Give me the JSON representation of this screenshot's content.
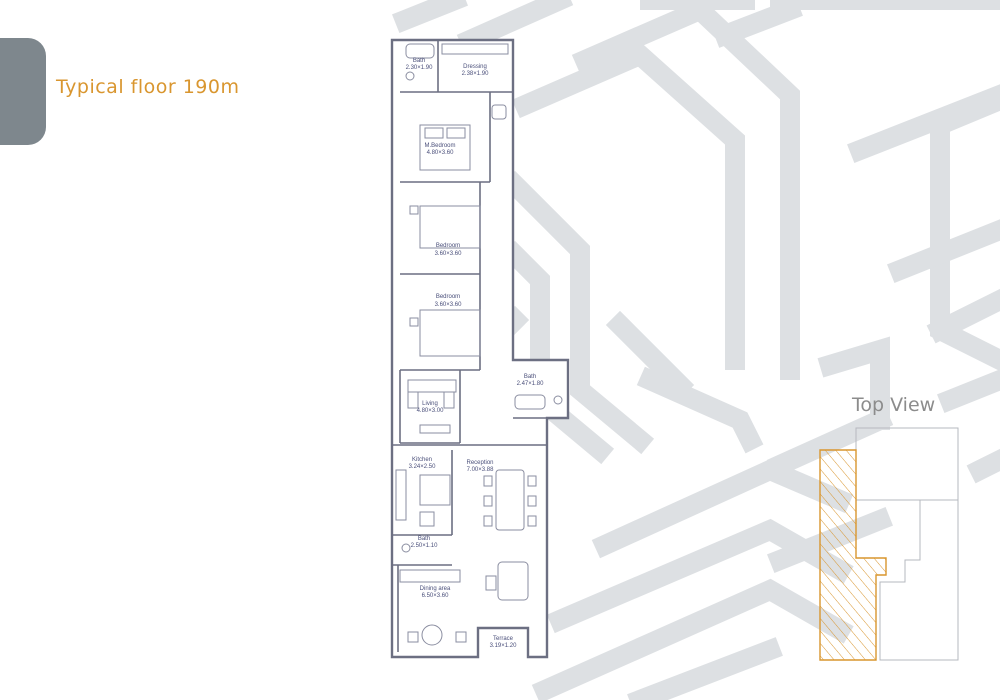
{
  "page": {
    "title": "Typical floor 190m"
  },
  "top_view": {
    "title": "Top View"
  },
  "rooms": [
    {
      "name": "Bath",
      "size": "2.30×1.90"
    },
    {
      "name": "Dressing",
      "size": "2.38×1.90"
    },
    {
      "name": "M.Bedroom",
      "size": "4.80×3.60"
    },
    {
      "name": "Bedroom",
      "size": "3.60×3.60"
    },
    {
      "name": "Bedroom",
      "size": "3.60×3.60"
    },
    {
      "name": "Bath",
      "size": "2.47×1.80"
    },
    {
      "name": "Living",
      "size": "4.80×3.00"
    },
    {
      "name": "Kitchen",
      "size": "3.24×2.50"
    },
    {
      "name": "Reception",
      "size": "7.00×3.88"
    },
    {
      "name": "Bath",
      "size": "2.50×1.10"
    },
    {
      "name": "Dining area",
      "size": "6.50×3.60"
    },
    {
      "name": "Terrace",
      "size": "3.19×1.20"
    }
  ],
  "colors": {
    "accent": "#d9962f",
    "tab": "#7e878d",
    "pattern": "#dde0e3",
    "wall": "#6c6f82",
    "label": "#4a4f7a",
    "top_view_text": "#8c8c8c"
  }
}
